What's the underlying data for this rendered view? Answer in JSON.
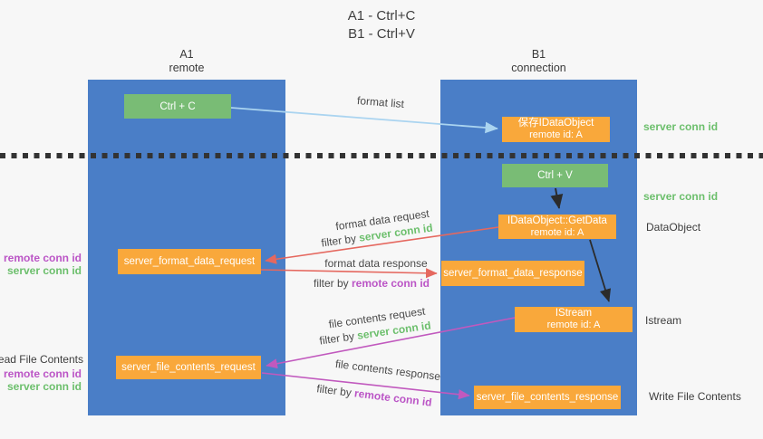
{
  "title": {
    "line1": "A1 - Ctrl+C",
    "line2": "B1 - Ctrl+V"
  },
  "lanes": {
    "a1": {
      "name": "A1",
      "role": "remote"
    },
    "b1": {
      "name": "B1",
      "role": "connection"
    }
  },
  "nodes": {
    "ctrl_c": {
      "label": "Ctrl + C"
    },
    "save_dataobject": {
      "label": "保存IDataObject",
      "sublabel": "remote id: A"
    },
    "ctrl_v": {
      "label": "Ctrl + V"
    },
    "getdata": {
      "label": "IDataObject::GetData",
      "sublabel": "remote id: A"
    },
    "format_request": {
      "label": "server_format_data_request"
    },
    "format_response": {
      "label": "server_format_data_response"
    },
    "istream": {
      "label": "IStream",
      "sublabel": "remote id: A"
    },
    "file_request": {
      "label": "server_file_contents_request"
    },
    "file_response": {
      "label": "server_file_contents_response"
    }
  },
  "side_labels": {
    "server_conn_id_right_top": "server conn id",
    "server_conn_id_right_mid": "server conn id",
    "dataobject": "DataObject",
    "istream": "Istream",
    "write_file_contents": "Write File Contents",
    "read_file_contents": "Read File Contents",
    "remote_conn_id_left_mid": "remote conn id",
    "server_conn_id_left_mid": "server conn id",
    "remote_conn_id_left_bottom": "remote conn id",
    "server_conn_id_left_bottom": "server conn id"
  },
  "arrow_labels": {
    "format_list": "format list",
    "format_data_request": "format data request",
    "format_data_response": "format data response",
    "file_contents_request": "file contents request",
    "file_contents_response": "file contents response",
    "filter_by_prefix": "filter by ",
    "filter_server_conn_id": "server conn id",
    "filter_remote_conn_id": "remote conn id"
  },
  "colors": {
    "lane_blue": "#4a7ec7",
    "node_green": "#79bc75",
    "node_orange": "#f9a83b",
    "arrow_light_blue": "#aad4f0",
    "arrow_red": "#e5685f",
    "arrow_magenta": "#c159be",
    "arrow_black": "#2b2b2b",
    "text_green": "#6cbf6c",
    "text_magenta": "#bb55c6",
    "background": "#f7f7f7"
  }
}
